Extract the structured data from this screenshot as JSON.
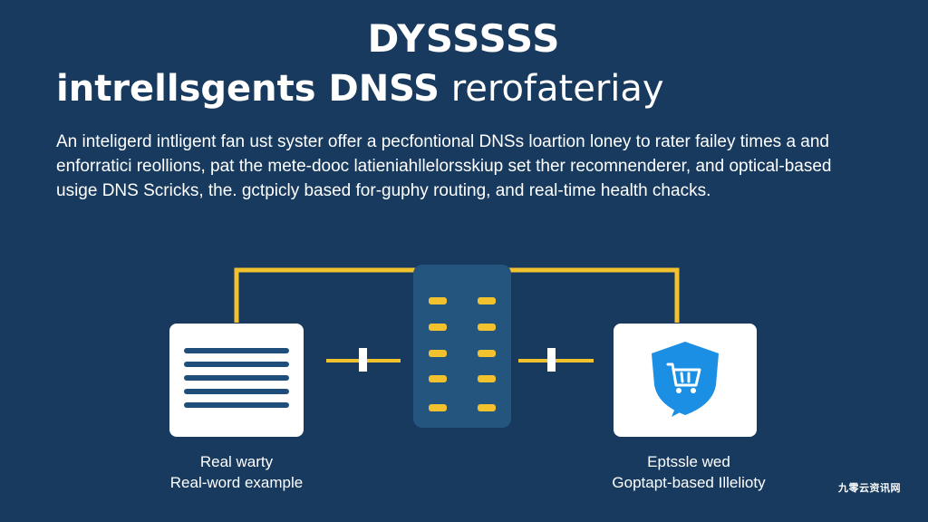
{
  "header": {
    "logo_text": "DYSSSSS",
    "title_strong": "intrellsgents DNSS",
    "title_light": "rerofateriay"
  },
  "description": {
    "lines": [
      "An inteligerd intligent fan ust syster offer a pecfontional DNSs loartion loney to rater failey times a and",
      "enforratici reollions, pat the mete-dooc latieniahllelorsskiup set ther recomnenderer, and optical-based",
      "usige DNS Scricks, the. gctpicly based for-guphy routing, and real-time health chacks."
    ]
  },
  "diagram": {
    "left_node": {
      "icon": "document-lines-icon",
      "caption_line1": "Real warty",
      "caption_line2": "Real-word example"
    },
    "center_node": {
      "icon": "server-rack-icon"
    },
    "right_node": {
      "icon": "shield-cart-icon",
      "caption_line1": "Eptssle wed",
      "caption_line2": "Goptapt-based Illelioty"
    },
    "colors": {
      "background": "#173a5e",
      "connector": "#f2c12e",
      "server_body": "#24557f",
      "server_led": "#f2c12e",
      "card": "#ffffff",
      "doc_lines": "#1f4e7a",
      "shield": "#1a8fe3"
    }
  },
  "watermark": "九零云资讯网"
}
